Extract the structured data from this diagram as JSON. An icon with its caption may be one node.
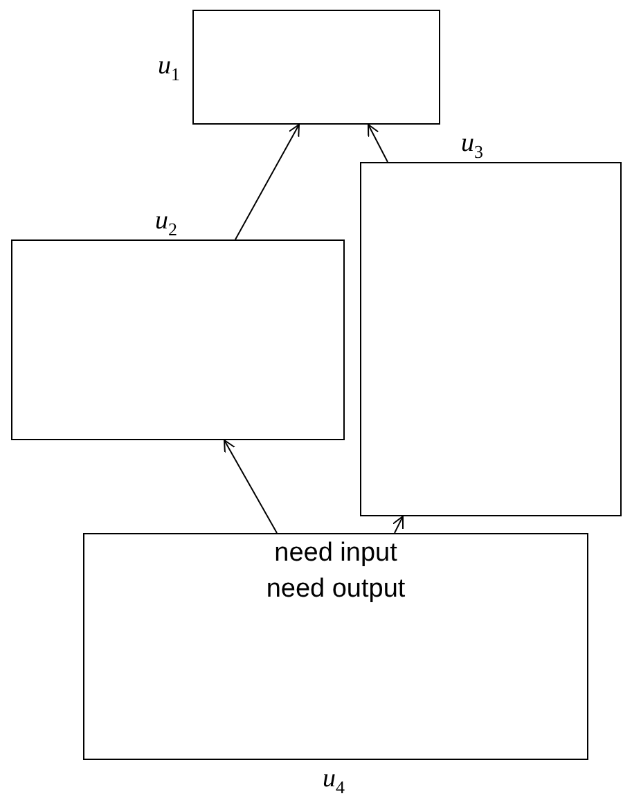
{
  "diagram": {
    "nodes": [
      {
        "text": [
          "*u*$_{1}$"
        ]
      },
      {
        "text": [
          "*u*$_{2}$"
        ]
      },
      {
        "text": [
          "*u*$_{3}$"
        ]
      },
      {
        "text": [
          "need input",
          "need output",
          "*u*$_{4}$"
        ]
      }
    ],
    "edges": [
      {
        "from": 1,
        "to": 0,
        "arrow": "to"
      },
      {
        "from": 2,
        "to": 0,
        "arrow": "to"
      },
      {
        "from": 3,
        "to": 1,
        "arrow": "to"
      },
      {
        "from": 3,
        "to": 2,
        "arrow": "to"
      }
    ]
  }
}
